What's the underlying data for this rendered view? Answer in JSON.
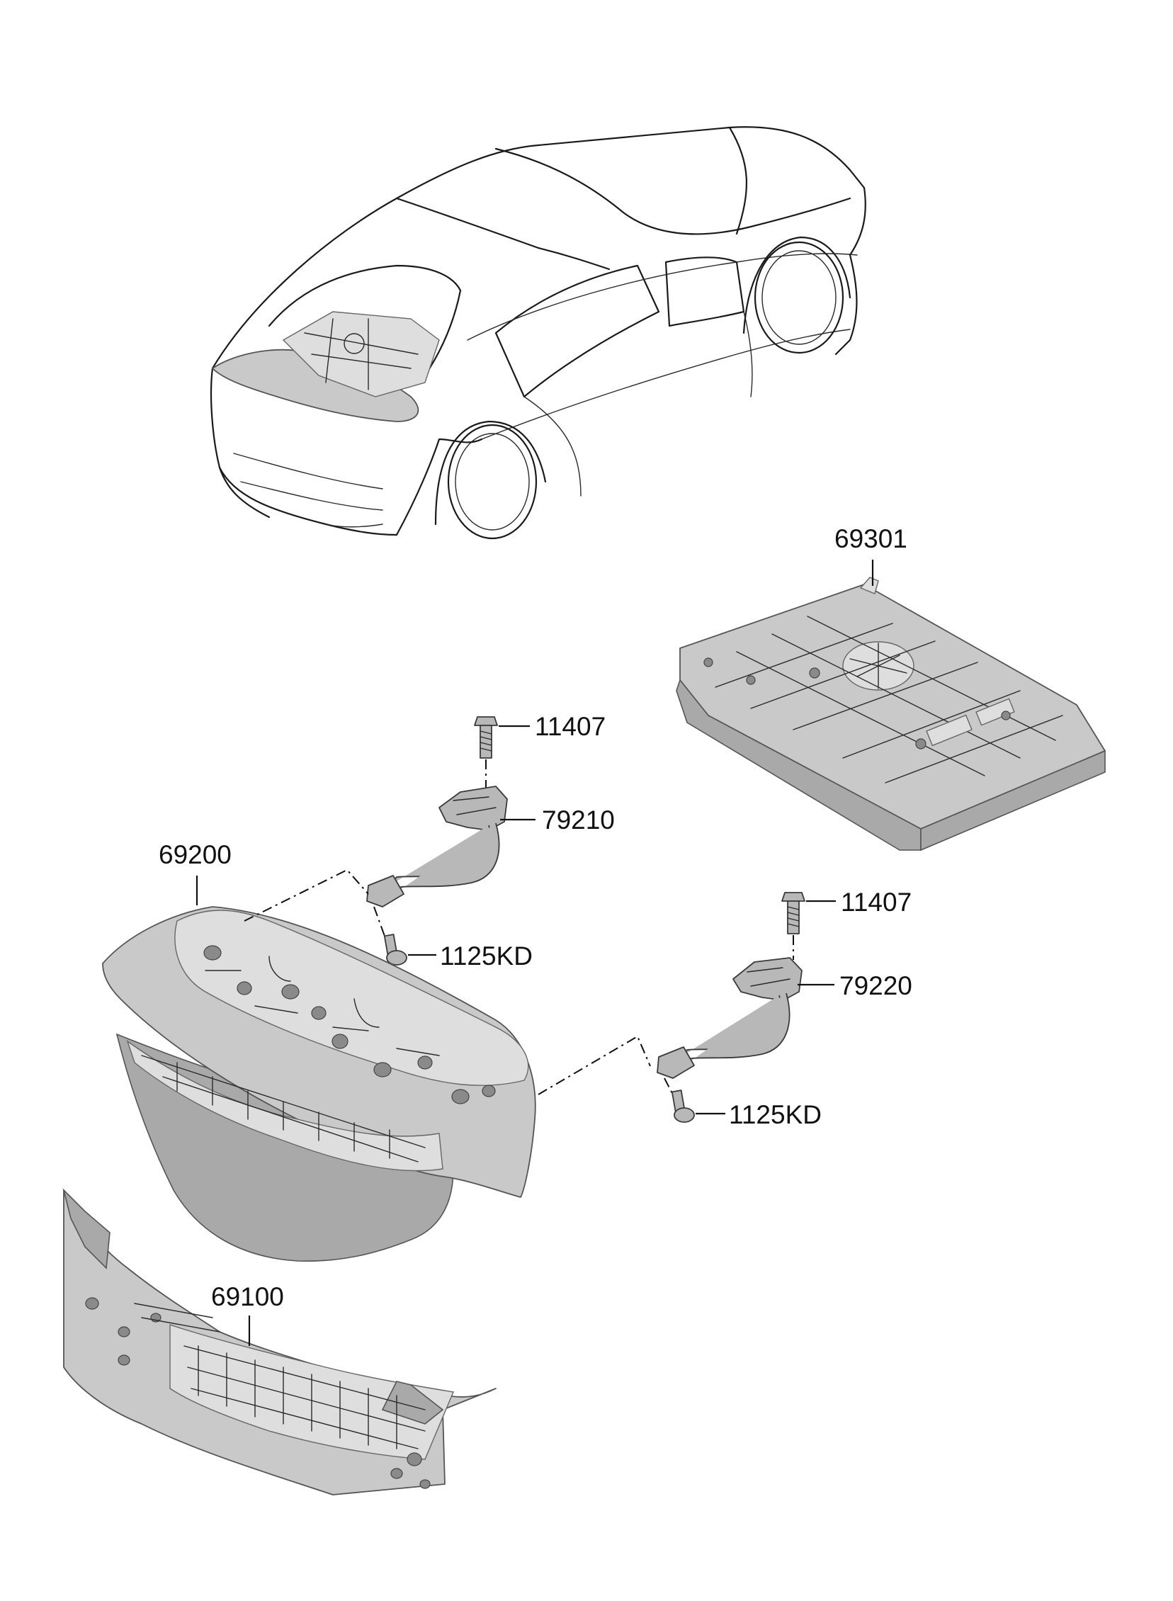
{
  "parts": {
    "package_tray": "69301",
    "hinge_bolt_upper": "11407",
    "hinge_lh": "79210",
    "trunk_lid": "69200",
    "hinge_screw_lh": "1125KD",
    "hinge_bolt_right": "11407",
    "hinge_rh": "79220",
    "hinge_screw_rh": "1125KD",
    "back_panel": "69100"
  },
  "colors": {
    "line_art": "#1a1a1a",
    "panel_fill": "#c9c9c9",
    "background": "#ffffff"
  }
}
